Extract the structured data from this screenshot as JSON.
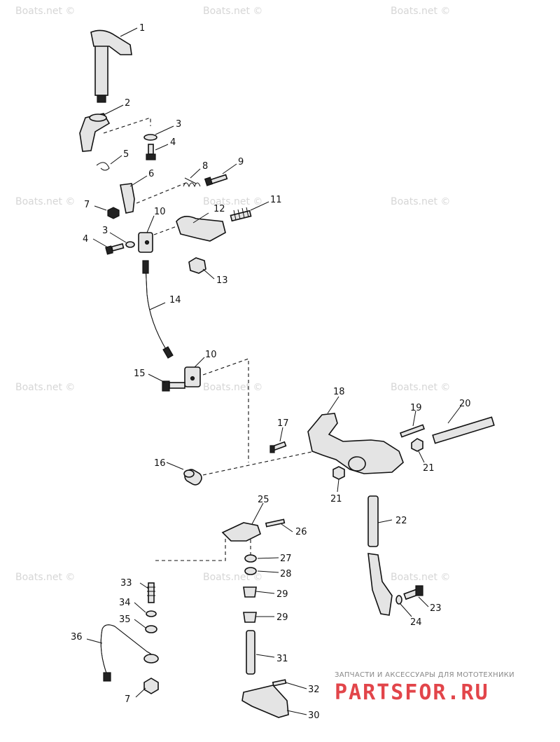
{
  "watermark": {
    "text": "Boats.net ©"
  },
  "callouts": [
    "1",
    "2",
    "3",
    "4",
    "5",
    "6",
    "7",
    "8",
    "9",
    "10",
    "11",
    "12",
    "3",
    "4",
    "13",
    "14",
    "10",
    "15",
    "16",
    "17",
    "18",
    "19",
    "20",
    "21",
    "21",
    "22",
    "25",
    "26",
    "27",
    "28",
    "29",
    "29",
    "33",
    "34",
    "35",
    "36",
    "7",
    "23",
    "24",
    "31",
    "32",
    "30"
  ],
  "brand": {
    "caption": "ЗАПЧАСТИ И АКСЕССУАРЫ ДЛЯ МОТОТЕХНИКИ",
    "logo": "PARTSFOR.RU",
    "color": "#e2454a"
  }
}
